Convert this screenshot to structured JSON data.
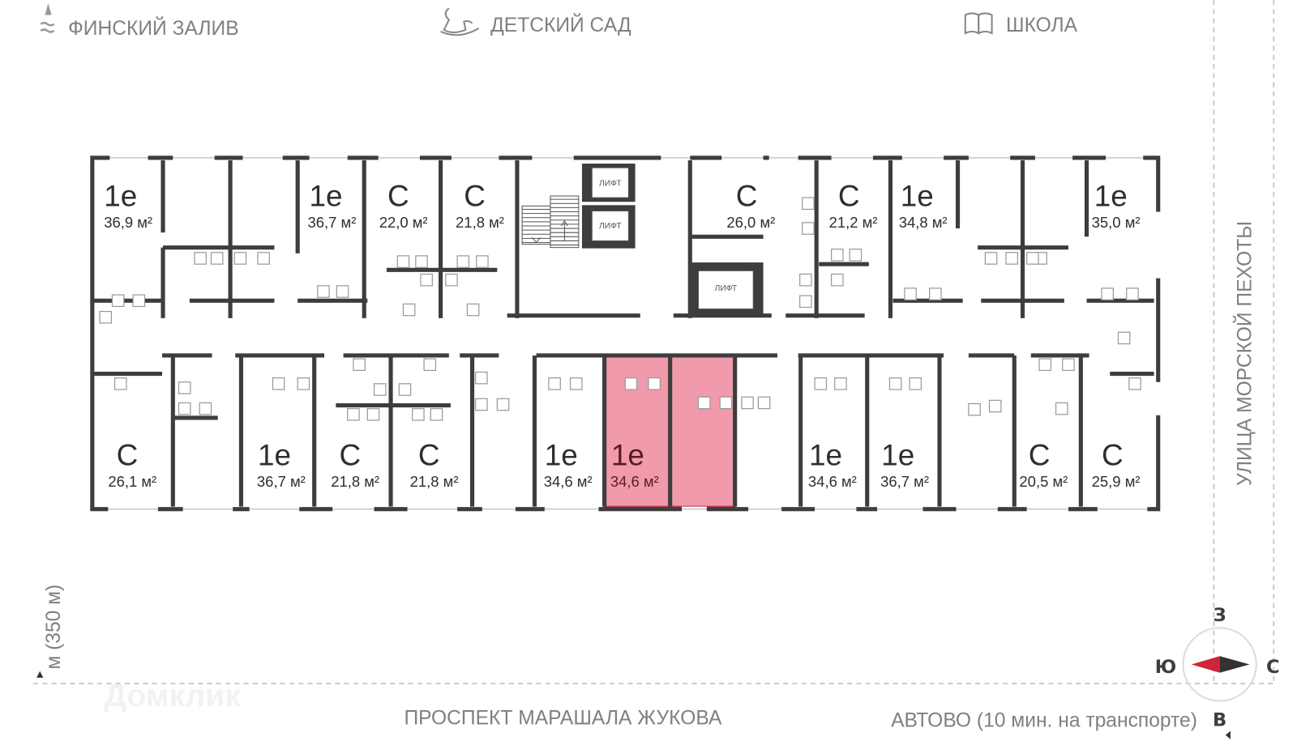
{
  "landmarks": {
    "gulf": "ФИНСКИЙ ЗАЛИВ",
    "kindergarten": "ДЕТСКИЙ САД",
    "school": "ШКОЛА",
    "street_right": "УЛИЦА МОРСКОЙ ПЕХОТЫ",
    "street_bottom": "ПРОСПЕКТ МАРАШАЛА ЖУКОВА",
    "metro_distance": "м (350 м)",
    "avtovo": "АВТОВО (10 мин. на транспорте)"
  },
  "watermark": "Домклик",
  "lift_label": "ЛИФТ",
  "area_unit": "м²",
  "compass": {
    "north": "З",
    "south": "В",
    "west": "Ю",
    "east": "С",
    "accent": "#d0243c",
    "dark": "#333333"
  },
  "highlight_color": "#f09aab",
  "units": {
    "top": [
      {
        "type": "1е",
        "area": "36,9 м²",
        "highlighted": false
      },
      {
        "type": "1е",
        "area": "36,7 м²",
        "highlighted": false
      },
      {
        "type": "С",
        "area": "22,0 м²",
        "highlighted": false
      },
      {
        "type": "С",
        "area": "21,8 м²",
        "highlighted": false
      },
      {
        "type": "С",
        "area": "26,0 м²",
        "highlighted": false
      },
      {
        "type": "С",
        "area": "21,2 м²",
        "highlighted": false
      },
      {
        "type": "1е",
        "area": "34,8 м²",
        "highlighted": false
      },
      {
        "type": "1е",
        "area": "35,0 м²",
        "highlighted": false
      }
    ],
    "bottom": [
      {
        "type": "С",
        "area": "26,1 м²",
        "highlighted": false
      },
      {
        "type": "1е",
        "area": "36,7 м²",
        "highlighted": false
      },
      {
        "type": "С",
        "area": "21,8 м²",
        "highlighted": false
      },
      {
        "type": "С",
        "area": "21,8 м²",
        "highlighted": false
      },
      {
        "type": "1е",
        "area": "34,6 м²",
        "highlighted": false
      },
      {
        "type": "1е",
        "area": "34,6 м²",
        "highlighted": true
      },
      {
        "type": "1е",
        "area": "34,6 м²",
        "highlighted": false
      },
      {
        "type": "1е",
        "area": "36,7 м²",
        "highlighted": false
      },
      {
        "type": "С",
        "area": "20,5 м²",
        "highlighted": false
      },
      {
        "type": "С",
        "area": "25,9 м²",
        "highlighted": false
      }
    ]
  }
}
